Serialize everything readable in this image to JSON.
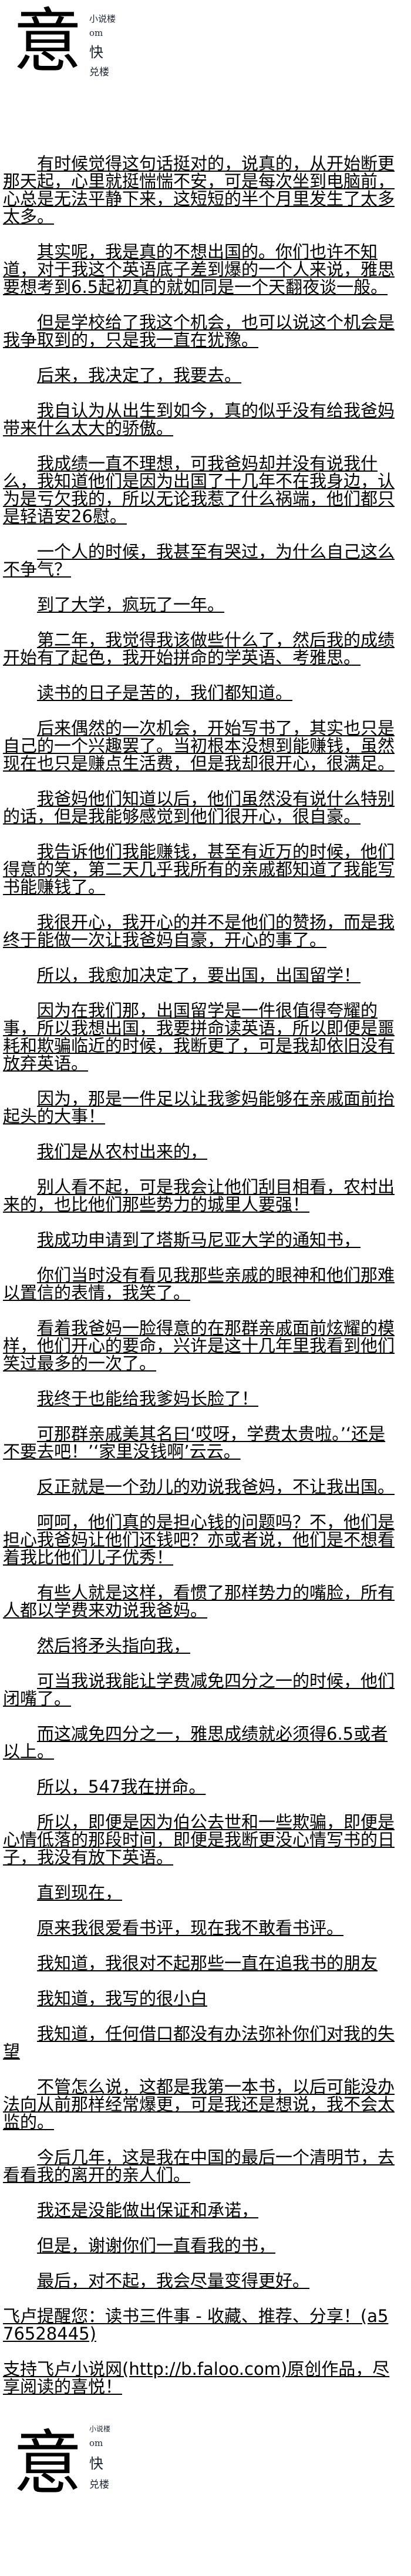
{
  "logo": {
    "glyph": "意",
    "line1": "小说楼",
    "line2": "om",
    "line3": "快",
    "line4": "兑楼"
  },
  "paragraphs": [
    "有时候觉得这句话挺对的，说真的，从开始断更那天起，心里就挺惴惴不安，可是每次坐到电脑前，心总是无法平静下来，这短短的半个月里发生了太多太多。",
    "其实呢，我是真的不想出国的。你们也许不知道，对于我这个英语底子差到爆的一个人来说，雅思要想考到6.5起初真的就如同是一个天翻夜谈一般。",
    "但是学校给了我这个机会，也可以说这个机会是我争取到的，只是我一直在犹豫。",
    "后来，我决定了，我要去。",
    "我自认为从出生到如今，真的似乎没有给我爸妈带来什么太大的骄傲。",
    "我成绩一直不理想，可我爸妈却并没有说我什么，我知道他们是因为出国了十几年不在我身边，认为是亏欠我的，所以无论我惹了什么祸端，他们都只是轻语安26慰。",
    "一个人的时候，我甚至有哭过，为什么自己这么不争气？",
    "到了大学，疯玩了一年。",
    "第二年，我觉得我该做些什么了，然后我的成绩开始有了起色，我开始拼命的学英语、考雅思。",
    "读书的日子是苦的，我们都知道。",
    "后来偶然的一次机会，开始写书了，其实也只是自己的一个兴趣罢了。当初根本没想到能赚钱，虽然现在也只是赚点生活费，但是我却很开心，很满足。",
    "我爸妈他们知道以后，他们虽然没有说什么特别的话，但是我能够感觉到他们很开心，很自豪。",
    "我告诉他们我能赚钱，甚至有近万的时候，他们得意的笑，第二天几乎我所有的亲戚都知道了我能写书能赚钱了。",
    "我很开心，我开心的并不是他们的赞扬，而是我终于能做一次让我爸妈自豪，开心的事了。",
    "所以，我愈加决定了，要出国，出国留学！",
    "因为在我们那，出国留学是一件很值得夸耀的事，所以我想出国，我要拼命读英语，所以即便是噩耗和欺骗临近的时候，我断更了，可是我却依旧没有放弃英语。",
    "因为，那是一件足以让我爹妈能够在亲戚面前抬起头的大事！",
    "我们是从农村出来的，",
    "别人看不起，可是我会让他们刮目相看，农村出来的，也比他们那些势力的城里人要强！",
    "我成功申请到了塔斯马尼亚大学的通知书，",
    "你们当时没有看见我那些亲戚的眼神和他们那难以置信的表情，我笑了。",
    "看着我爸妈一脸得意的在那群亲戚面前炫耀的模样，他们开心的要命，兴许是这十几年里我看到他们笑过最多的一次了。",
    "我终于也能给我爹妈长脸了！",
    "可那群亲戚美其名曰‘哎呀，学费太贵啦。’‘还是不要去吧！’‘家里没钱啊’云云。",
    "反正就是一个劲儿的劝说我爸妈，不让我出国。",
    "呵呵，他们真的是担心钱的问题吗？不，他们是担心我爸妈让他们还钱吧？亦或者说，他们是不想看着我比他们儿子优秀！",
    "有些人就是这样，看惯了那样势力的嘴脸，所有人都以学费来劝说我爸妈。",
    "然后将矛头指向我，",
    "可当我说我能让学费减免四分之一的时候，他们闭嘴了。",
    "而这减免四分之一，雅思成绩就必须得6.5或者以上。",
    "所以，547我在拼命。",
    "所以，即便是因为伯公去世和一些欺骗，即便是心情低落的那段时间，即便是我断更没心情写书的日子，我没有放下英语。",
    "直到现在，",
    "原来我很爱看书评，现在我不敢看书评。",
    "我知道，我很对不起那些一直在追我书的朋友",
    "我知道，我写的很小白",
    "我知道，任何借口都没有办法弥补你们对我的失望",
    "不管怎么说，这都是我第一本书，以后可能没办法向从前那样经常爆更，可是我还是想说，我不会太监的。",
    "今后几年，这是我在中国的最后一个清明节，去看看我的离开的亲人们。",
    "我还是没能做出保证和承诺，",
    "但是，谢谢你们一直看我的书，",
    "最后，对不起，我会尽量变得更好。",
    "飞卢提醒您：读书三件事 - 收藏、推荐、分享！(a576528445)",
    "支持飞卢小说网(http://b.faloo.com)原创作品，尽享阅读的喜悦！"
  ]
}
